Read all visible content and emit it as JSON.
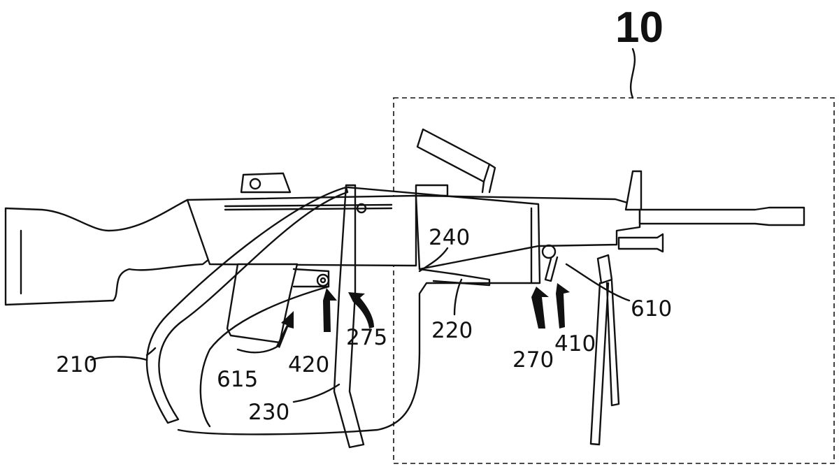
{
  "figure": {
    "reference_number": "10",
    "labels": {
      "l240": "240",
      "l610": "610",
      "l220": "220",
      "l270": "270",
      "l410": "410",
      "l275": "275",
      "l420": "420",
      "l615": "615",
      "l210": "210",
      "l230": "230"
    }
  }
}
